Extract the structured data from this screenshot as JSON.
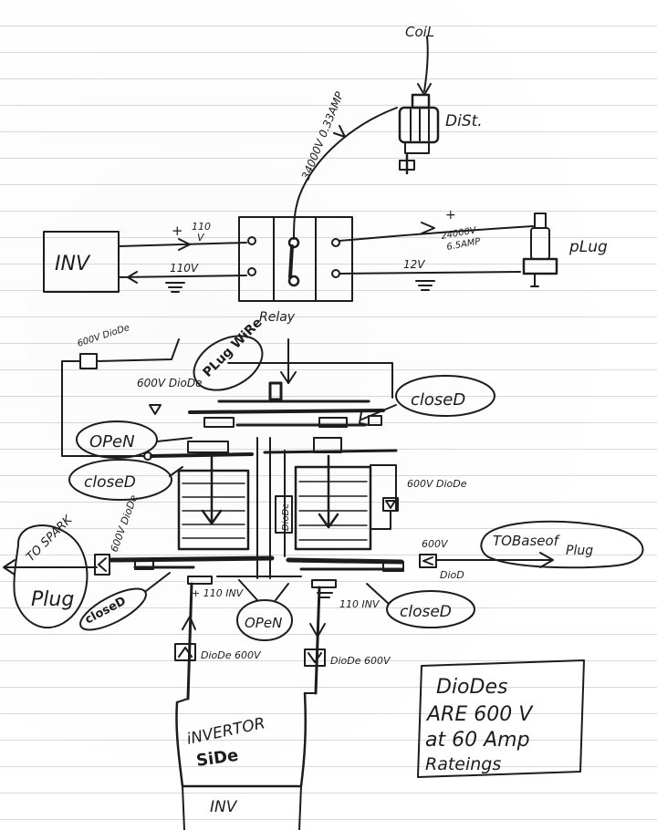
{
  "labels": {
    "coil": "CoiL",
    "dist": "DiSt.",
    "disc_rating": "34000V 0.33AMP",
    "inv_top": "INV",
    "inv_plus": "+",
    "inv_plus_v": "110",
    "inv_plus_unit": "V",
    "inv_minus_v": "110V",
    "relay": "Relay",
    "plug_out_plus": "+",
    "plug_out_rating_v": "24000V",
    "plug_out_rating_a": "6.5AMP",
    "plug_ground_v": "12V",
    "plug": "pLug",
    "diode_tl": "600V DioDe",
    "plug_wire": "PLug WiRe",
    "diode_upper_left": "600V DioDe",
    "closed_top_right": "closeD",
    "open_left": "OPeN",
    "closed_left": "closeD",
    "diode_right": "600V DioDe",
    "diode_vertical": "DioDe",
    "to_spark_plug_1": "TO SPARK",
    "to_spark_plug_2": "Plug",
    "diode_left_mid": "600V DioDe",
    "closed_bottom_left": "closeD",
    "to_base_1": "TOBaseof",
    "to_base_2": "Plug",
    "diode_right_mid_v": "600V",
    "diode_right_mid": "DioD",
    "inv_110_left": "+ 110 INV",
    "inv_110_right": "110 INV",
    "open_bottom": "OPeN",
    "closed_bottom_right": "closeD",
    "diode_bottom_left": "DioDe 600V",
    "diode_bottom_right": "DioDe 600V",
    "inverter_side_1": "iNVERTOR",
    "inverter_side_2": "SiDe",
    "inv_bottom": "INV",
    "note_1": "DioDes",
    "note_2": "ARE 600 V",
    "note_3": "at 60 Amp",
    "note_4": "Rateings"
  },
  "colors": {
    "ink": "#1c1c1c",
    "paper": "#ffffff",
    "rule_line": "#d7d9dc"
  }
}
